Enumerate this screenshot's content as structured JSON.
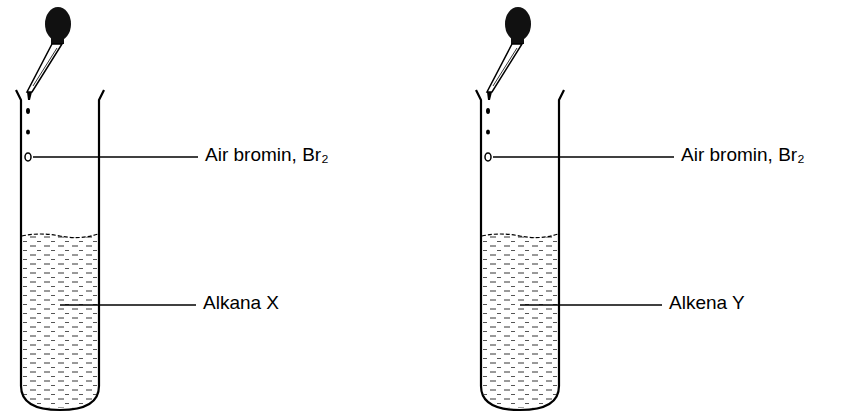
{
  "diagram": {
    "labels": [
      "Air bromin, Br₂",
      "Alkana X",
      "Air bromin, Br₂",
      "Alkena Y"
    ]
  }
}
